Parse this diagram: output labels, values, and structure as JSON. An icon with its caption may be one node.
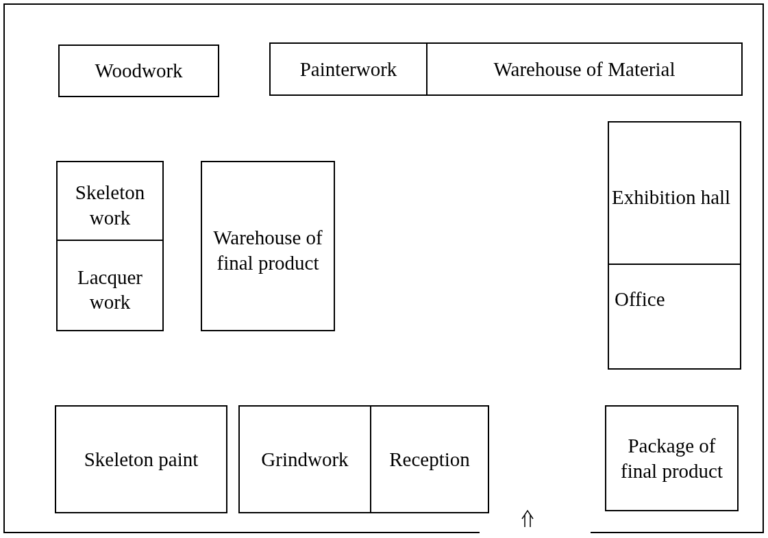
{
  "diagram": {
    "nodes": [
      {
        "text": [
          "Woodwork"
        ]
      },
      {
        "text": [
          "Painterwork"
        ]
      },
      {
        "text": [
          "Warehouse of Material"
        ]
      },
      {
        "text": [
          "Skeleton work"
        ]
      },
      {
        "text": [
          "Lacquer work"
        ]
      },
      {
        "text": [
          "Warehouse of final product"
        ]
      },
      {
        "text": [
          "Exhibition hall"
        ]
      },
      {
        "text": [
          "Office"
        ]
      },
      {
        "text": [
          "Skeleton paint"
        ]
      },
      {
        "text": [
          "Grindwork"
        ]
      },
      {
        "text": [
          "Reception"
        ]
      },
      {
        "text": [
          "Package of final product"
        ]
      }
    ]
  }
}
